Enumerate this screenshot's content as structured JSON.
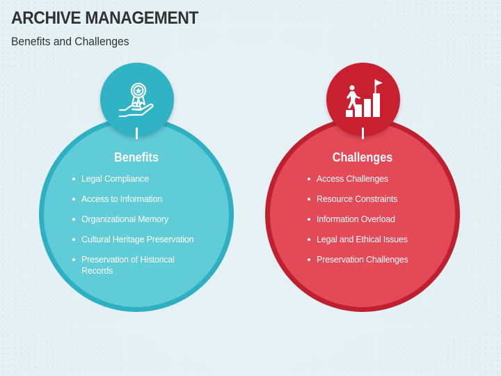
{
  "header": {
    "title": "ARCHIVE MANAGEMENT",
    "subtitle": "Benefits and Challenges"
  },
  "benefits": {
    "heading": "Benefits",
    "icon": "award-hand-icon",
    "color": "#2fb3c5",
    "items": [
      "Legal Compliance",
      "Access to Information",
      "Organizational Memory",
      "Cultural Heritage Preservation",
      "Preservation of Historical Records"
    ]
  },
  "challenges": {
    "heading": "Challenges",
    "icon": "stairs-flag-icon",
    "color": "#c8202e",
    "items": [
      "Access Challenges",
      "Resource Constraints",
      "Information Overload",
      "Legal and Ethical Issues",
      "Preservation Challenges"
    ]
  }
}
